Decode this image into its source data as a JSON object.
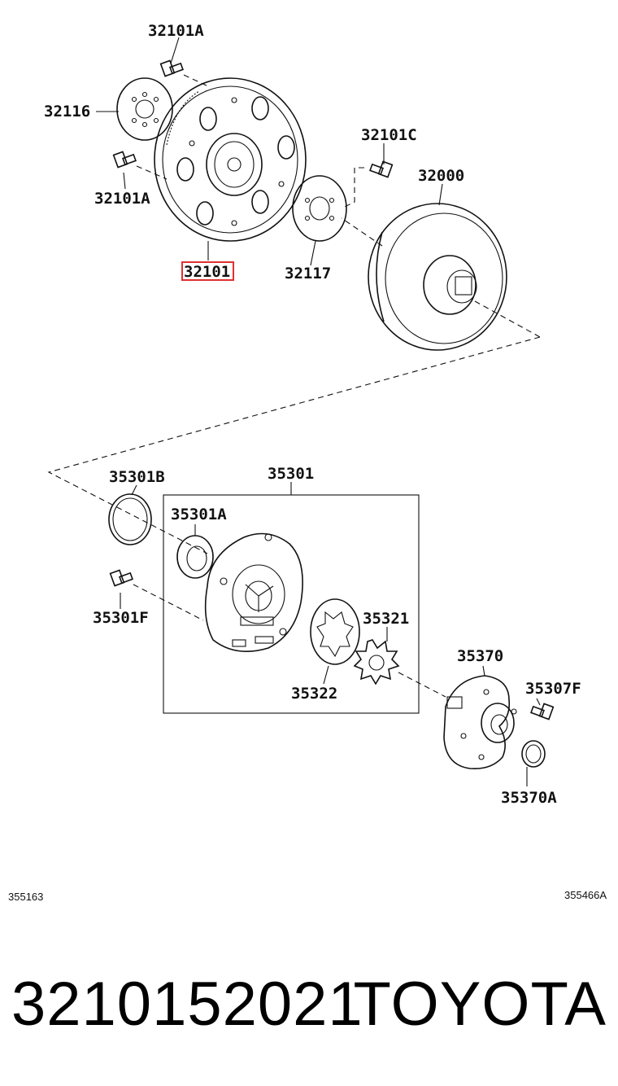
{
  "labels": {
    "l_32101A_top": "32101A",
    "l_32116": "32116",
    "l_32101A_left": "32101A",
    "l_32101": "32101",
    "l_32101C": "32101C",
    "l_32000": "32000",
    "l_32117": "32117",
    "l_35301B": "35301B",
    "l_35301": "35301",
    "l_35301A": "35301A",
    "l_35301F": "35301F",
    "l_35321": "35321",
    "l_35322": "35322",
    "l_35370": "35370",
    "l_35307F": "35307F",
    "l_35370A": "35370A"
  },
  "highlight_color": "#e03030",
  "codes": {
    "left": "355163",
    "right": "355466A"
  },
  "footer": {
    "part_number": "3210152021",
    "brand": "TOYOTA"
  }
}
